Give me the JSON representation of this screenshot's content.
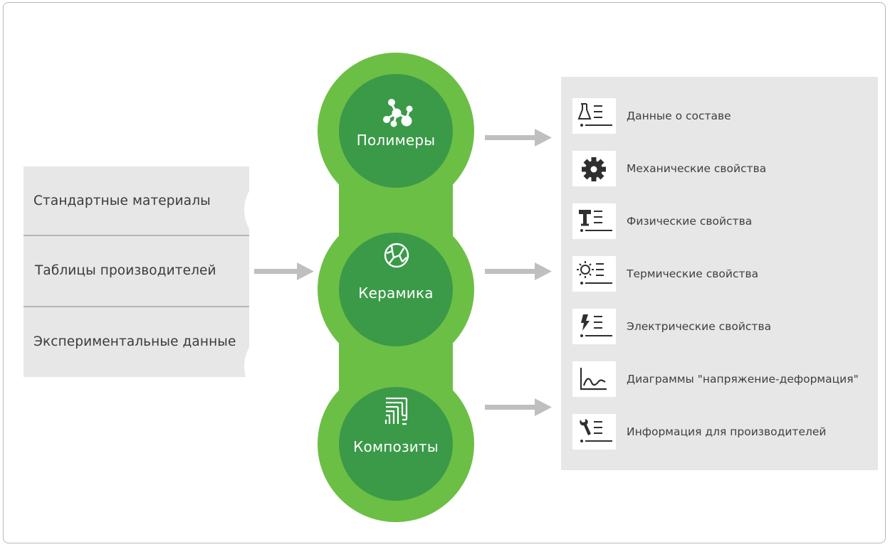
{
  "sources": {
    "items": [
      {
        "label": "Стандартные материалы"
      },
      {
        "label": "Таблицы производителей"
      },
      {
        "label": "Экспериментальные данные"
      }
    ]
  },
  "categories": [
    {
      "label": "Полимеры",
      "icon": "molecule-icon"
    },
    {
      "label": "Керамика",
      "icon": "ceramic-crackle-icon"
    },
    {
      "label": "Композиты",
      "icon": "composite-weave-icon"
    }
  ],
  "properties": [
    {
      "label": "Данные о составе",
      "icon": "flask-list-icon"
    },
    {
      "label": "Механические свойства",
      "icon": "gear-icon"
    },
    {
      "label": "Физические свойства",
      "icon": "hammer-list-icon"
    },
    {
      "label": "Термические свойства",
      "icon": "sun-list-icon"
    },
    {
      "label": "Электрические свойства",
      "icon": "lightning-list-icon"
    },
    {
      "label": "Диаграммы \"напряжение-деформация\"",
      "icon": "stress-strain-chart-icon"
    },
    {
      "label": "Информация для производителей",
      "icon": "wrench-list-icon"
    }
  ],
  "colors": {
    "outer_green": "#6cbf45",
    "inner_green": "#3b9a48",
    "panel_gray": "#e7e7e8",
    "arrow_gray": "#bfbfbf",
    "icon_dark": "#2f2f2f"
  }
}
